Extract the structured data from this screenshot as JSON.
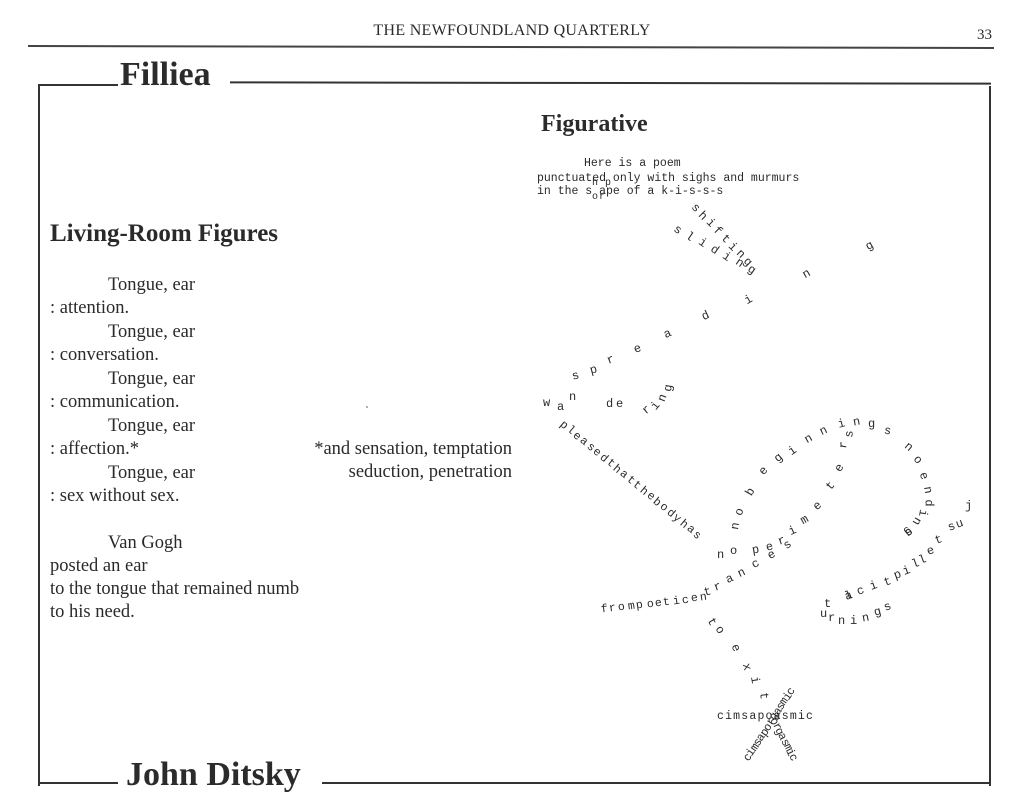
{
  "running_header": {
    "journal_title": "THE NEWFOUNDLAND QUARTERLY",
    "page_number": "33"
  },
  "section": {
    "title": "Filliea",
    "author": "John Ditsky"
  },
  "poem_left": {
    "title": "Living-Room Figures",
    "lines": [
      {
        "text": "Tongue, ear",
        "indent": true
      },
      {
        "text": ": attention.",
        "indent": false
      },
      {
        "text": "Tongue, ear",
        "indent": true
      },
      {
        "text": ": conversation.",
        "indent": false
      },
      {
        "text": "Tongue, ear",
        "indent": true
      },
      {
        "text": ": communication.",
        "indent": false
      },
      {
        "text": "Tongue, ear",
        "indent": true
      },
      {
        "text": ": affection.*",
        "indent": false
      },
      {
        "text": "Tongue, ear",
        "indent": true
      },
      {
        "text": ": sex without sex.",
        "indent": false
      },
      {
        "text": "Van Gogh",
        "indent": true
      },
      {
        "text": "posted an ear",
        "indent": false
      },
      {
        "text": "to the tongue that remained numb",
        "indent": false
      },
      {
        "text": "to his need.",
        "indent": false
      }
    ],
    "footnote": [
      "*and sensation, temptation",
      "seduction, penetration"
    ]
  },
  "poem_right": {
    "title": "Figurative",
    "intro_lines": [
      "Here is a poem",
      "punctuated only with sighs and murmurs",
      "in the s ape of a k-i-s-s-s"
    ],
    "shape_fragments": {
      "h": "h",
      "p": "p",
      "a": "a",
      "o": "o",
      "r": "r",
      "m": "m"
    },
    "path_words": {
      "shifting": "shifting",
      "sliding": "sliding",
      "spreading": "spreading",
      "wandering": "wandering",
      "pleased": "pleased that the body has",
      "no_perimeters": "no perimeters",
      "no_beginnings": "no beginnings",
      "no_endings": "no endings",
      "just_elliptical": "just elliptical",
      "turnings": "turnings",
      "from_poetic": "from poetic en",
      "trances": "trances",
      "to_exit": "to exit",
      "cimsapo_h": "cimsapoasmic",
      "orgasmic_diag_up": "cimsaporgasmic",
      "orgasmic_diag_down": "orgasmic"
    }
  }
}
